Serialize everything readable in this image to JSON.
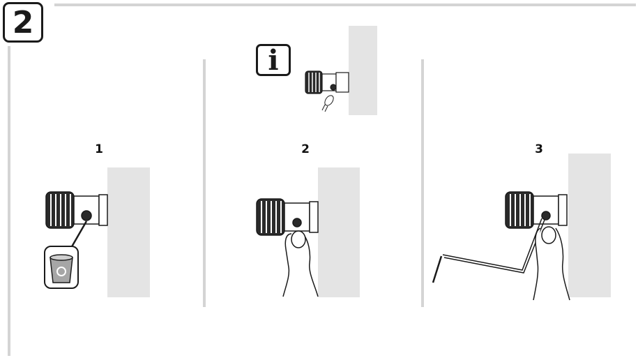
{
  "step_number": "2",
  "info_symbol": "i",
  "panels": [
    {
      "label": "1",
      "icons": [
        "valve-cap-icon",
        "recycle-bin-icon",
        "arrow-icon"
      ]
    },
    {
      "label": "2",
      "icons": [
        "valve-cap-icon",
        "finger-icon"
      ]
    },
    {
      "label": "3",
      "icons": [
        "valve-cap-icon",
        "finger-icon",
        "hex-key-icon"
      ]
    }
  ],
  "colors": {
    "rule": "#d4d4d4",
    "wall": "#e4e4e4",
    "ink": "#1a1a1a",
    "bin": "#a6a6a6"
  }
}
